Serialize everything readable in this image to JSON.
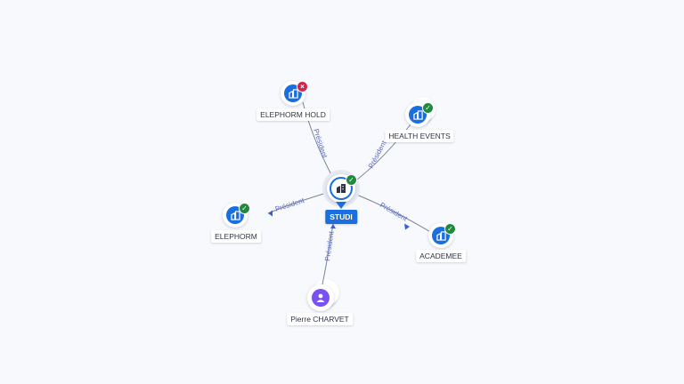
{
  "center": {
    "label": "STUDI",
    "icon": "building-icon",
    "status": "active"
  },
  "nodes": [
    {
      "id": "elephorm-hold",
      "label": "ELEPHORM HOLD",
      "kind": "company",
      "status": "inactive",
      "relation": "Président",
      "arrow": "center-to-node"
    },
    {
      "id": "health-events",
      "label": "HEALTH EVENTS",
      "kind": "company",
      "status": "active",
      "stacked": true,
      "relation": "Président",
      "arrow": "center-to-node"
    },
    {
      "id": "elephorm",
      "label": "ELEPHORM",
      "kind": "company",
      "status": "active",
      "relation": "Président",
      "arrow": "center-to-node"
    },
    {
      "id": "academee",
      "label": "ACADEMEE",
      "kind": "company",
      "status": "active",
      "relation": "Président",
      "arrow": "center-to-node"
    },
    {
      "id": "pierre-charvet",
      "label": "Pierre CHARVET",
      "kind": "person",
      "status": "none",
      "stacked": true,
      "relation": "Président",
      "arrow": "node-to-center"
    }
  ],
  "colors": {
    "company_icon": "#1a6fe0",
    "person_icon": "#7950f2",
    "active_badge": "#1f8a3b",
    "inactive_badge": "#d6224a",
    "edge": "#7b8496",
    "edge_label": "#5b6bc9"
  }
}
